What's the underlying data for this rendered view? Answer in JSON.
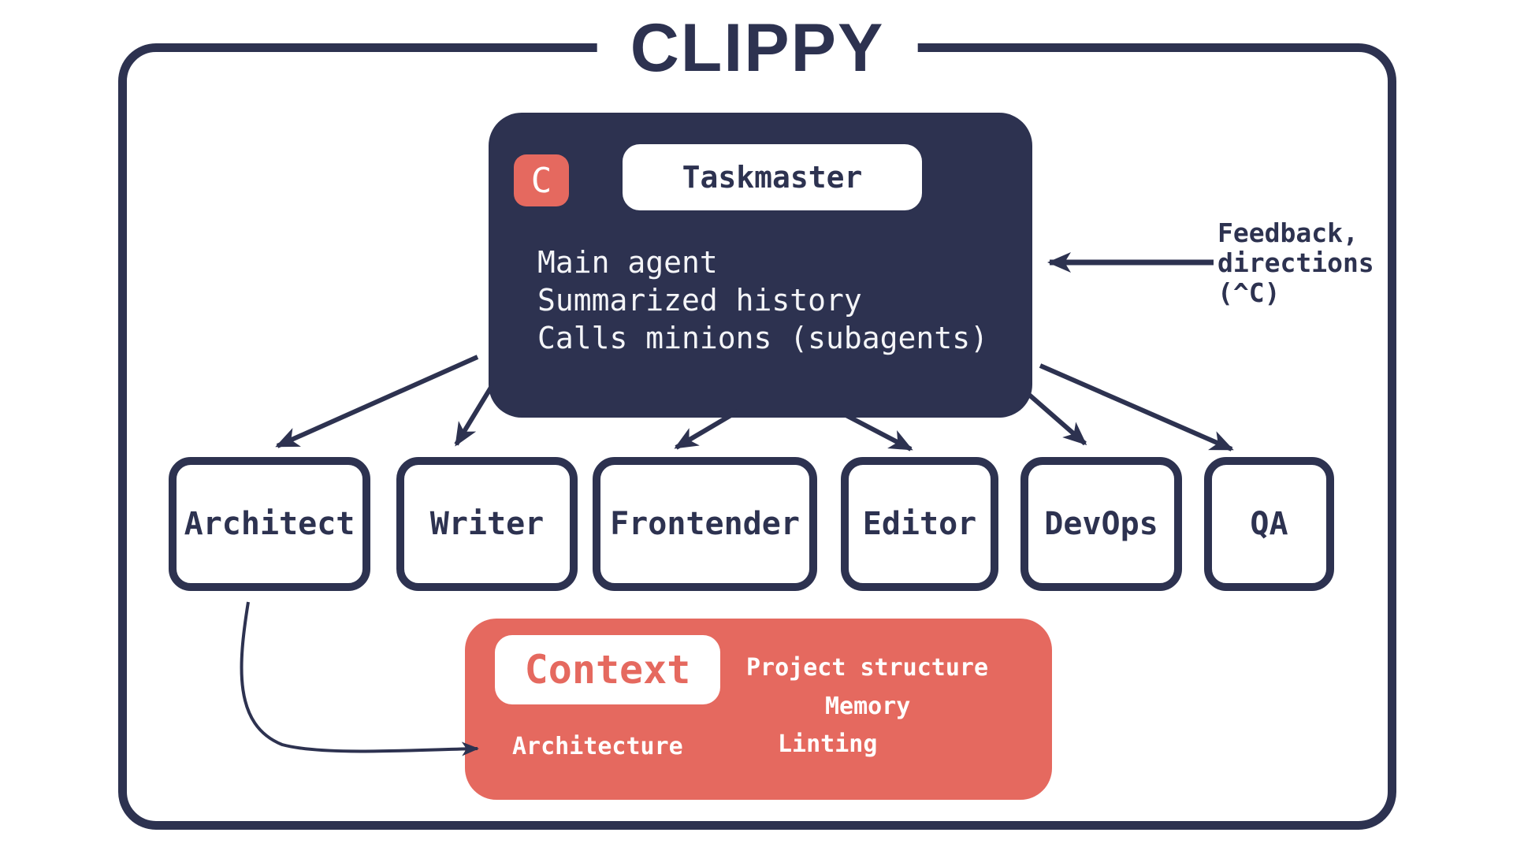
{
  "title": "CLIPPY",
  "colors": {
    "navy": "#2d3250",
    "red": "#e5695f",
    "white": "#ffffff"
  },
  "taskmaster": {
    "badge": "C",
    "label": "Taskmaster",
    "lines": [
      "Main agent",
      "Summarized history",
      "Calls minions (subagents)"
    ],
    "body_text": "Main agent\nSummarized history\nCalls minions (subagents)"
  },
  "feedback": {
    "lines": [
      "Feedback,",
      "directions",
      "(^C)"
    ],
    "text": "Feedback,\ndirections\n(^C)"
  },
  "agents": [
    {
      "label": "Architect"
    },
    {
      "label": "Writer"
    },
    {
      "label": "Frontender"
    },
    {
      "label": "Editor"
    },
    {
      "label": "DevOps"
    },
    {
      "label": "QA"
    }
  ],
  "context": {
    "label": "Context",
    "items": [
      "Project structure",
      "Memory",
      "Architecture",
      "Linting"
    ]
  }
}
